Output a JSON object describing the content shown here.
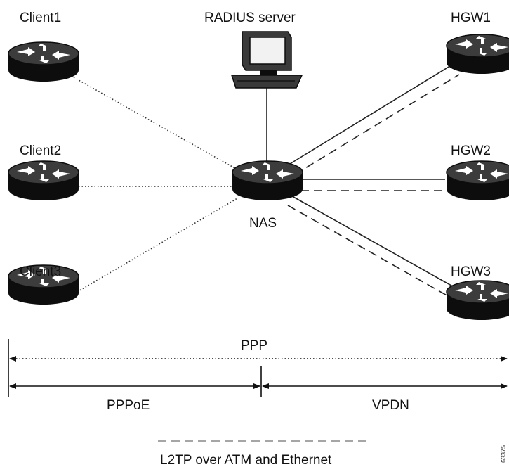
{
  "nodes": {
    "client1": {
      "label": "Client1"
    },
    "client2": {
      "label": "Client2"
    },
    "client3": {
      "label": "Client3"
    },
    "nas": {
      "label": "NAS"
    },
    "radius": {
      "label": "RADIUS server"
    },
    "hgw1": {
      "label": "HGW1"
    },
    "hgw2": {
      "label": "HGW2"
    },
    "hgw3": {
      "label": "HGW3"
    }
  },
  "spans": {
    "ppp": "PPP",
    "pppoe": "PPPoE",
    "vpdn": "VPDN"
  },
  "legend": {
    "l2tp": "L2TP over ATM and Ethernet"
  },
  "figure_id": "63375",
  "router_icon": "router-icon",
  "workstation_icon": "workstation-icon"
}
